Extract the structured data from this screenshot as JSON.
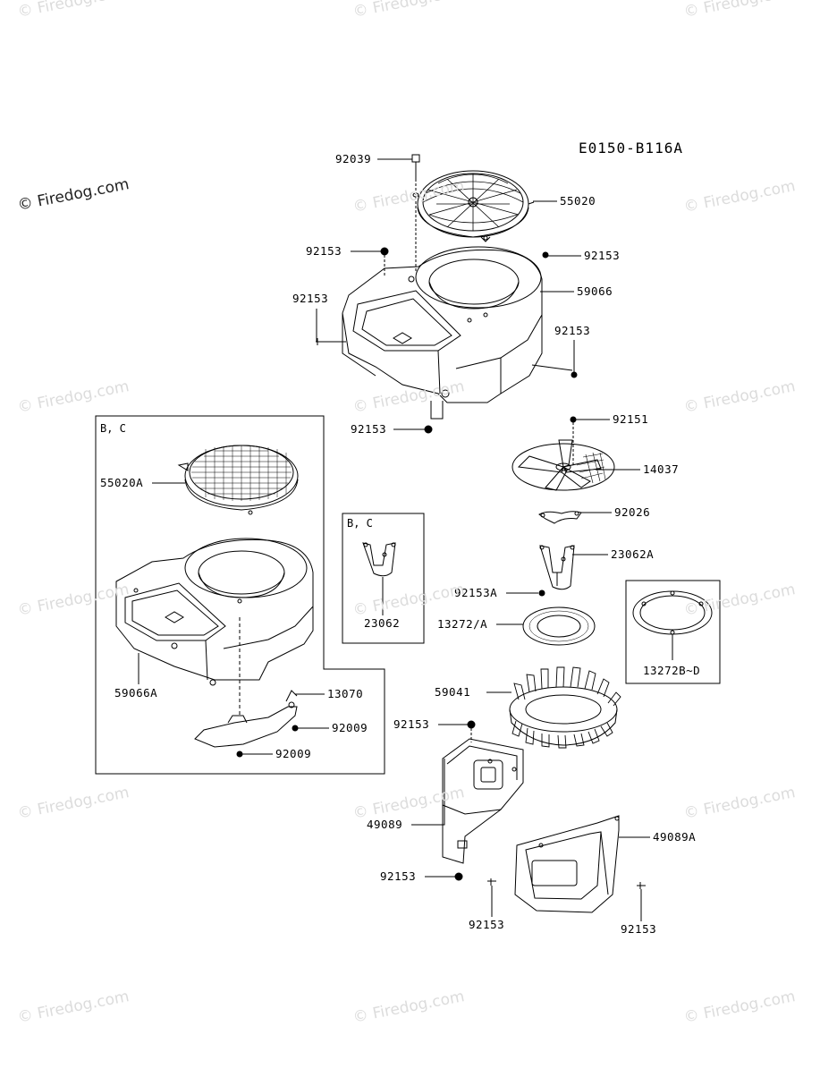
{
  "diagram_code": "E0150-B116A",
  "watermark_text": "© Firedog.com",
  "variant_labels": {
    "main_box": "B, C",
    "small_box": "B, C"
  },
  "part_labels": [
    "92039",
    "55020",
    "92153",
    "92153",
    "59066",
    "92153",
    "92153",
    "92153",
    "92151",
    "14037",
    "92026",
    "23062A",
    "92153A",
    "13272/A",
    "13272B~D",
    "59041",
    "92153",
    "49089",
    "49089A",
    "92153",
    "92153",
    "92153",
    "55020A",
    "59066A",
    "13070",
    "92009",
    "92009",
    "23062"
  ],
  "colors": {
    "line": "#000000",
    "watermark": "#dcdcdc",
    "background": "#ffffff"
  }
}
